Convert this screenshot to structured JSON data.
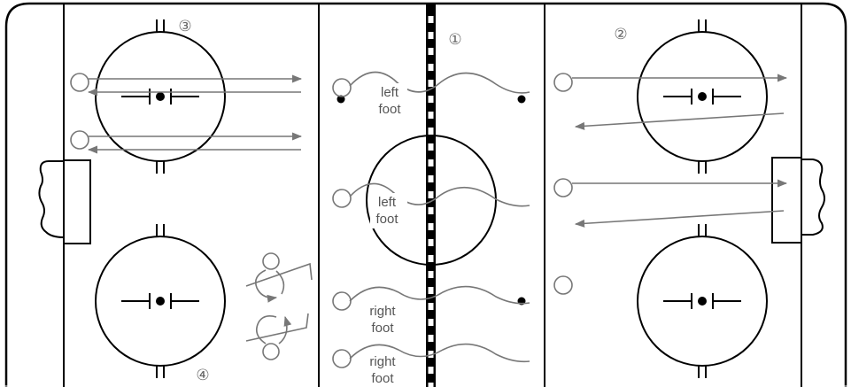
{
  "diagram": {
    "station_numbers": [
      "①",
      "②",
      "③",
      "④"
    ],
    "drill_labels": [
      {
        "line1": "left",
        "line2": "foot"
      },
      {
        "line1": "left",
        "line2": "foot"
      },
      {
        "line1": "right",
        "line2": "foot"
      },
      {
        "line1": "right",
        "line2": "foot"
      }
    ]
  },
  "colors": {
    "rink_lines": "#000000",
    "drill_paths": "#777777",
    "background": "#ffffff"
  }
}
